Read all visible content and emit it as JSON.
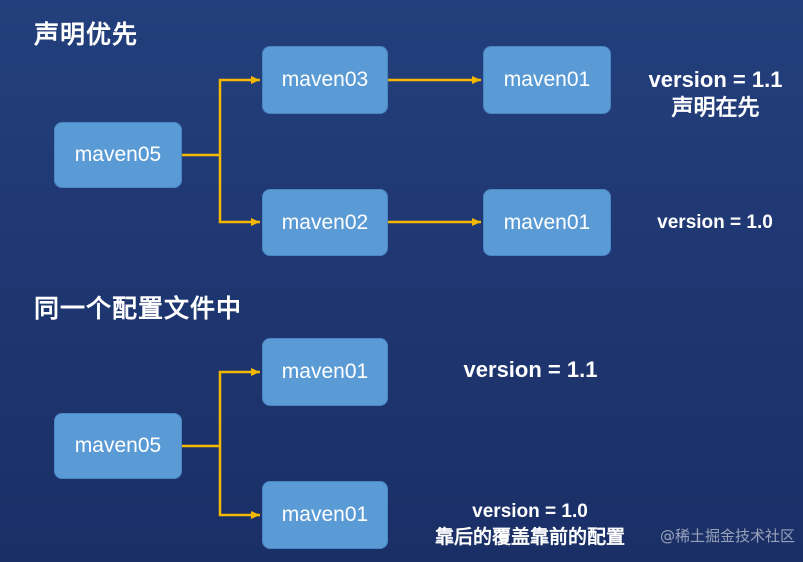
{
  "section1": {
    "heading": "声明优先",
    "root": "maven05",
    "branches": [
      {
        "node": "maven03",
        "leaf": "maven01"
      },
      {
        "node": "maven02",
        "leaf": "maven01"
      }
    ],
    "notes": {
      "top_line1": "version = 1.1",
      "top_line2": "声明在先",
      "bottom": "version = 1.0"
    }
  },
  "section2": {
    "heading": "同一个配置文件中",
    "root": "maven05",
    "branches": [
      {
        "node": "maven01"
      },
      {
        "node": "maven01"
      }
    ],
    "notes": {
      "top": "version = 1.1",
      "bottom_line1": "version = 1.0",
      "bottom_line2": "靠后的覆盖靠前的配置"
    }
  },
  "watermark": "@稀土掘金技术社区",
  "colors": {
    "background": "#1f3772",
    "node_fill": "#5b9bd5",
    "connector": "#f5b800"
  }
}
